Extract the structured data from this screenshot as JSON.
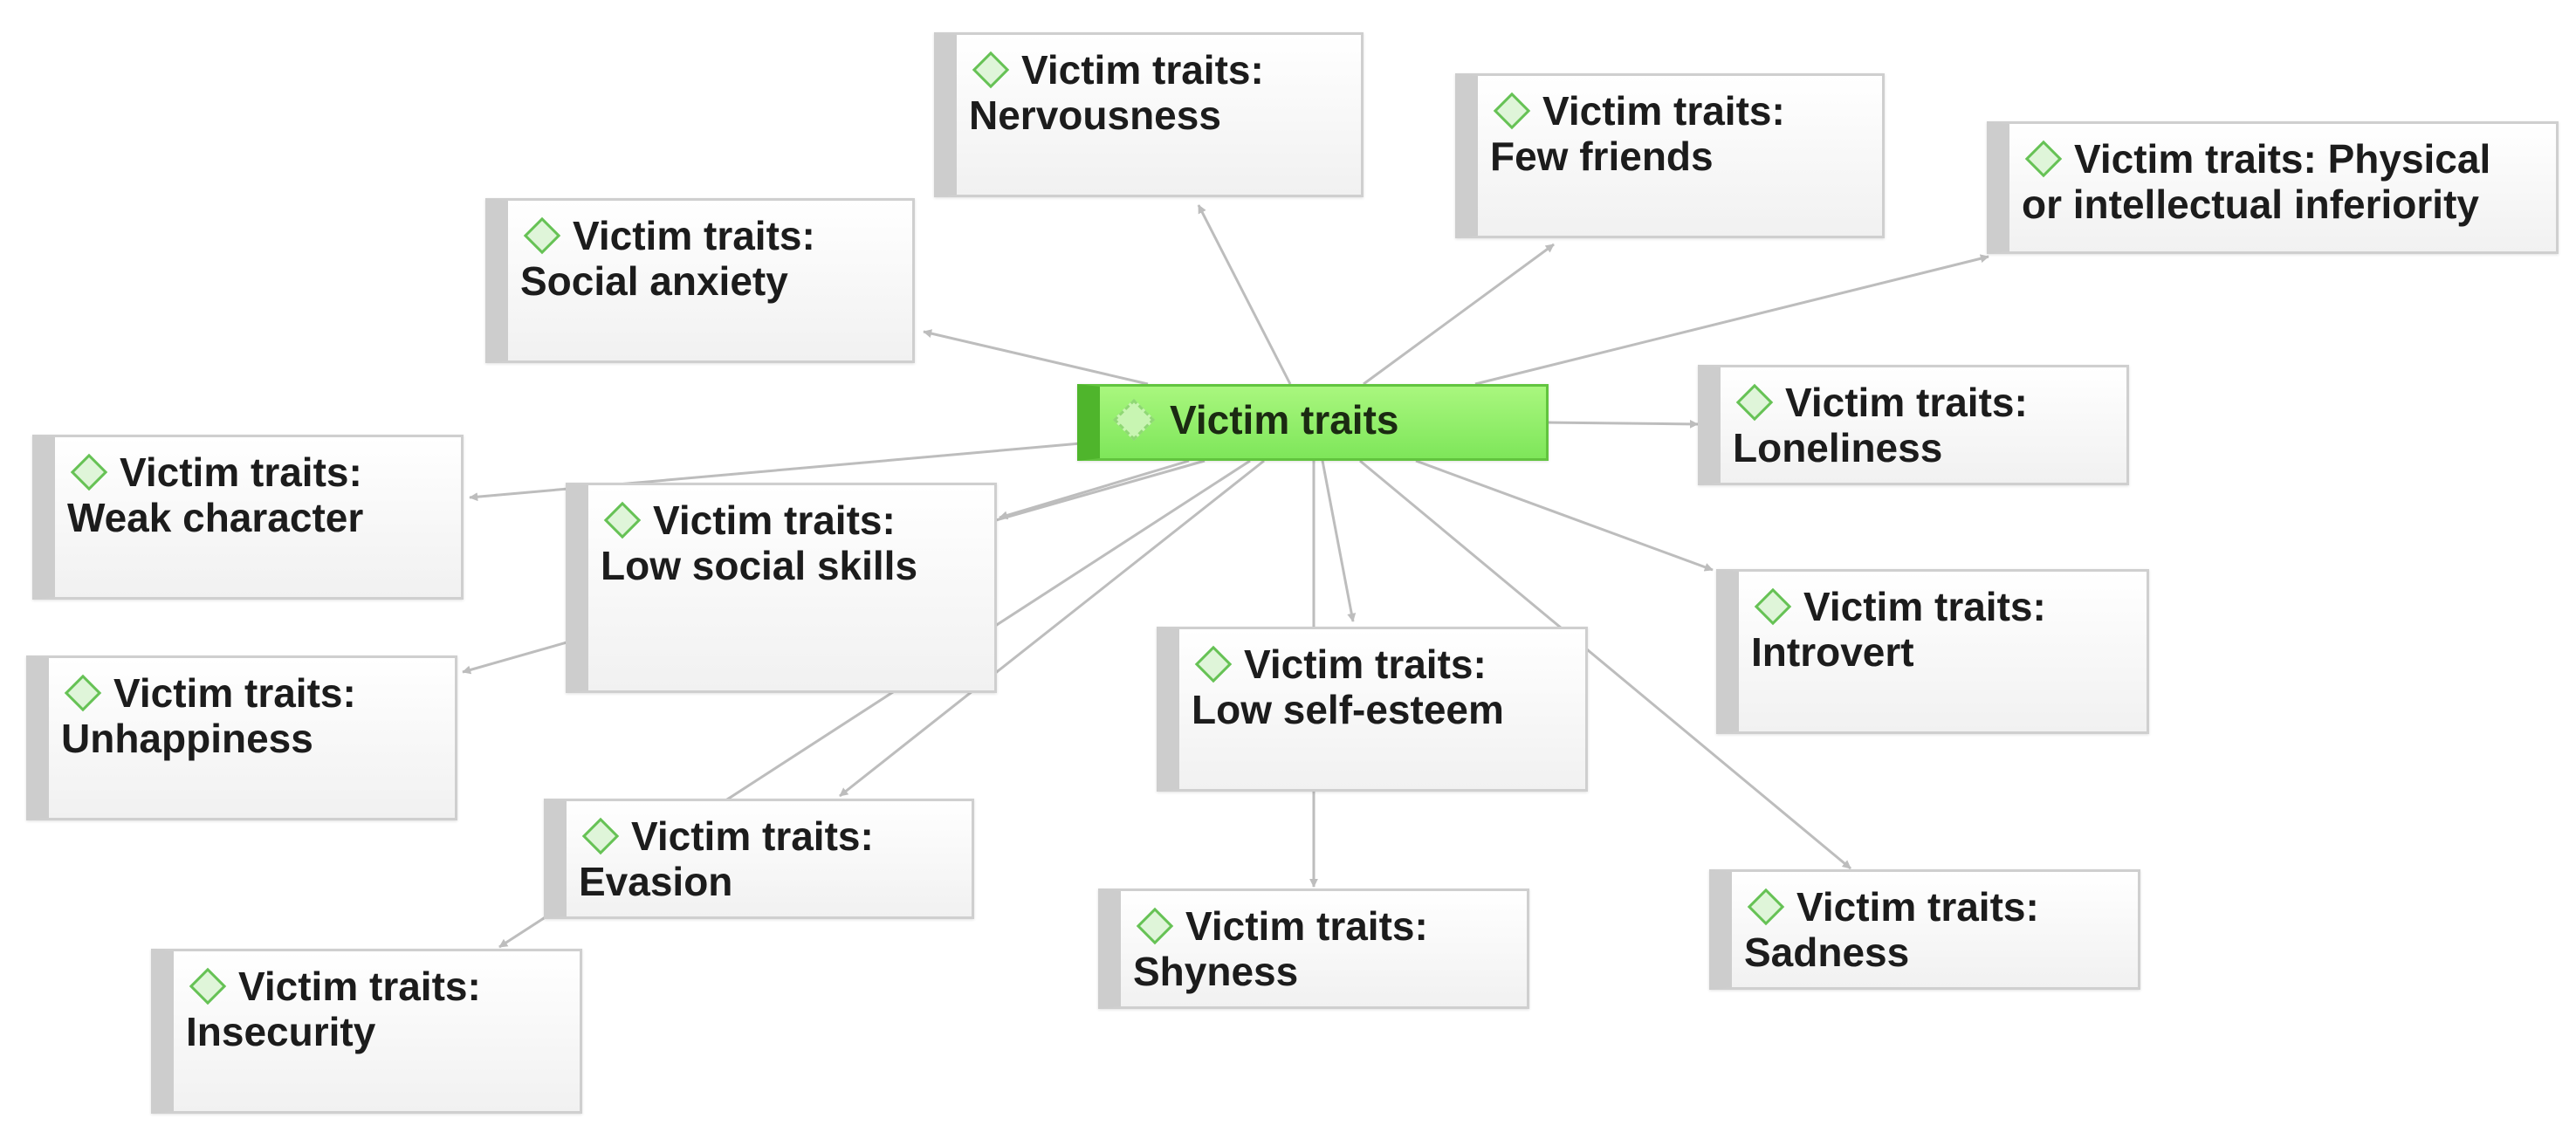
{
  "central": {
    "label": "Victim traits",
    "icon": "code-group-icon"
  },
  "nodes": [
    {
      "prefix": "Victim traits:",
      "label": "Nervousness",
      "icon": "code-icon"
    },
    {
      "prefix": "Victim traits:",
      "label": "Few friends",
      "icon": "code-icon"
    },
    {
      "prefix": "Victim traits: Physical",
      "label": "or intellectual inferiority",
      "icon": "code-icon"
    },
    {
      "prefix": "Victim traits:",
      "label": "Social anxiety",
      "icon": "code-icon"
    },
    {
      "prefix": "Victim traits:",
      "label": "Loneliness",
      "icon": "code-icon"
    },
    {
      "prefix": "Victim traits:",
      "label": "Weak character",
      "icon": "code-icon"
    },
    {
      "prefix": "Victim traits:",
      "label": "Low social skills",
      "icon": "code-icon"
    },
    {
      "prefix": "Victim traits:",
      "label": "Introvert",
      "icon": "code-icon"
    },
    {
      "prefix": "Victim traits:",
      "label": "Unhappiness",
      "icon": "code-icon"
    },
    {
      "prefix": "Victim traits:",
      "label": "Low self-esteem",
      "icon": "code-icon"
    },
    {
      "prefix": "Victim traits:",
      "label": "Evasion",
      "icon": "code-icon"
    },
    {
      "prefix": "Victim traits:",
      "label": "Shyness",
      "icon": "code-icon"
    },
    {
      "prefix": "Victim traits:",
      "label": "Sadness",
      "icon": "code-icon"
    },
    {
      "prefix": "Victim traits:",
      "label": "Insecurity",
      "icon": "code-icon"
    }
  ],
  "colors": {
    "central_fill": "#8ff06a",
    "central_border": "#4fb52c",
    "node_border": "#cfcfcf",
    "edge": "#bdbdbd",
    "icon_green": "#66c255"
  }
}
